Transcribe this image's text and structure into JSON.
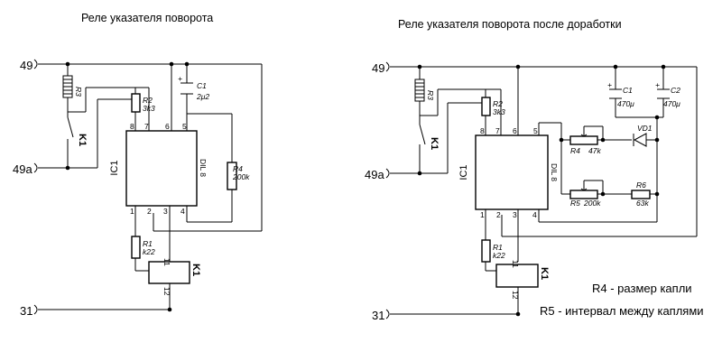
{
  "left": {
    "title": "Реле указателя поворота",
    "terminals": {
      "t49": "49",
      "t49a": "49a",
      "t31": "31"
    },
    "ic": {
      "name": "IC1",
      "package": "DIL 8",
      "pins": [
        "1",
        "2",
        "3",
        "4",
        "5",
        "6",
        "7",
        "8"
      ]
    },
    "r3": "R3",
    "r2": {
      "name": "R2",
      "value": "3k3"
    },
    "c1": {
      "name": "C1",
      "value": "2μ2"
    },
    "r4": {
      "name": "R4",
      "value": "200k"
    },
    "r1": {
      "name": "R1",
      "value": "k22"
    },
    "k1_contact": "K1",
    "k1_coil": {
      "name": "K1",
      "pin_top": "11",
      "pin_bottom": "12"
    }
  },
  "right": {
    "title": "Реле указателя поворота после доработки",
    "terminals": {
      "t49": "49",
      "t49a": "49a",
      "t31": "31"
    },
    "ic": {
      "name": "IC1",
      "package": "DIL 8",
      "pins": [
        "1",
        "2",
        "3",
        "4",
        "5",
        "6",
        "7",
        "8"
      ]
    },
    "r3": "R3",
    "r2": {
      "name": "R2",
      "value": "3k3"
    },
    "c1": {
      "name": "C1",
      "value": "470μ"
    },
    "c2": {
      "name": "C2",
      "value": "470μ"
    },
    "vd1": "VD1",
    "r4": {
      "name": "R4",
      "value": "47k"
    },
    "r5": {
      "name": "R5",
      "value": "200k"
    },
    "r6": {
      "name": "R6",
      "value": "63k"
    },
    "r1": {
      "name": "R1",
      "value": "k22"
    },
    "k1_contact": "K1",
    "k1_coil": {
      "name": "K1",
      "pin_top": "11",
      "pin_bottom": "12"
    },
    "notes": [
      "R4 - размер капли",
      "R5 - интервал между каплями"
    ]
  },
  "plus_sign": "+"
}
